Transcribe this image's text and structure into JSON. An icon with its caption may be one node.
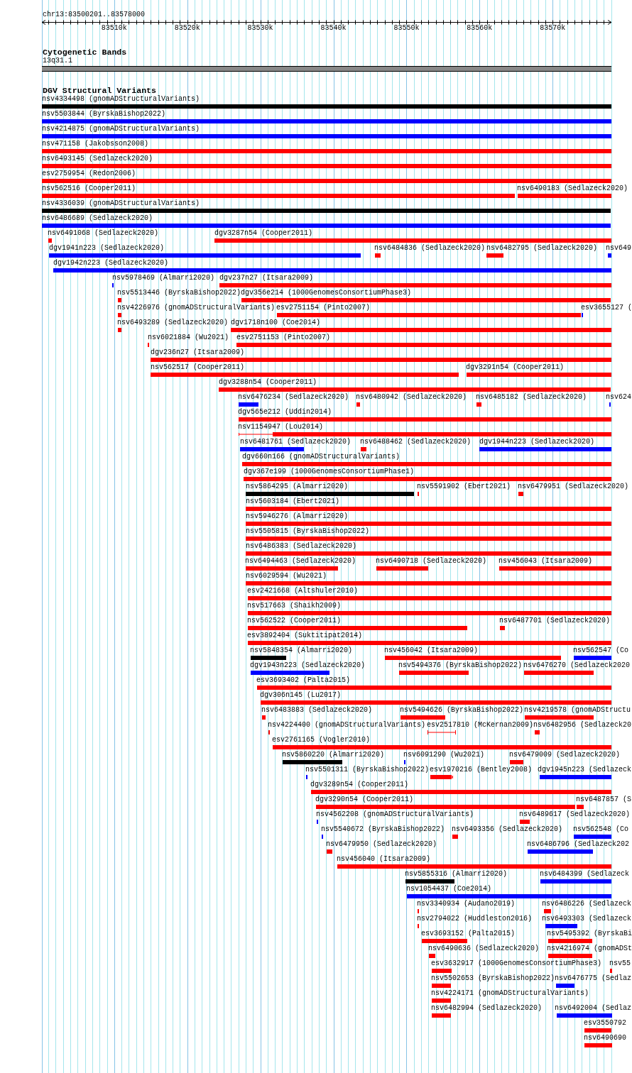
{
  "diagram": {
    "nodes": [
      {
        "text": [
          "13q31.1"
        ]
      },
      {
        "text": [
          "nsv4334498 (gnomADStructuralVariants)"
        ]
      },
      {
        "text": [
          "nsv5503844 (ByrskaBishop2022)"
        ]
      },
      {
        "text": [
          "nsv4214875 (gnomADStructuralVariants)"
        ]
      },
      {
        "text": [
          "nsv471158 (Jakobsson2008)"
        ]
      },
      {
        "text": [
          "nsv6493145 (Sedlazeck2020)"
        ]
      },
      {
        "text": [
          "esv2759954 (Redon2006)"
        ]
      },
      {
        "text": [
          "nsv562516 (Cooper2011)"
        ]
      },
      {
        "text": [
          "nsv6490183 (Sedlazeck2020)"
        ]
      },
      {
        "text": [
          "nsv4336039 (gnomADStructuralVariants)"
        ]
      },
      {
        "text": [
          "nsv6486689 (Sedlazeck2020)"
        ]
      },
      {
        "text": [
          "nsv6491068 (Sedlazeck2020)"
        ]
      },
      {
        "text": [
          "dgv3287n54 (Cooper2011)"
        ]
      },
      {
        "text": [
          "dgv1941n223 (Sedlazeck2020)"
        ]
      },
      {
        "text": [
          "nsv6484836 (Sedlazeck2020)"
        ]
      },
      {
        "text": [
          "nsv6482795 (Sedlazeck2020)"
        ]
      },
      {
        "text": [
          "nsv649"
        ]
      },
      {
        "text": [
          "dgv1942n223 (Sedlazeck2020)"
        ]
      },
      {
        "text": [
          "nsv5978469 (Almarri2020)"
        ]
      },
      {
        "text": [
          "dgv237n27 (Itsara2009)"
        ]
      },
      {
        "text": [
          "nsv5513446 (ByrskaBishop2022)"
        ]
      },
      {
        "text": [
          "dgv356e214 (1000GenomesConsortiumPhase3)"
        ]
      },
      {
        "text": [
          "nsv4226976 (gnomADStructuralVariants)"
        ]
      },
      {
        "text": [
          "esv2751154 (Pinto2007)"
        ]
      },
      {
        "text": [
          "esv3655127 ("
        ]
      },
      {
        "text": [
          "nsv6493289 (Sedlazeck2020)"
        ]
      },
      {
        "text": [
          "dgv1718n100 (Coe2014)"
        ]
      },
      {
        "text": [
          "nsv6021884 (Wu2021)"
        ]
      },
      {
        "text": [
          "esv2751153 (Pinto2007)"
        ]
      },
      {
        "text": [
          "dgv236n27 (Itsara2009)"
        ]
      },
      {
        "text": [
          "nsv562517 (Cooper2011)"
        ]
      },
      {
        "text": [
          "dgv3291n54 (Cooper2011)"
        ]
      },
      {
        "text": [
          "dgv3288n54 (Cooper2011)"
        ]
      },
      {
        "text": [
          "nsv6476234 (Sedlazeck2020)"
        ]
      },
      {
        "text": [
          "nsv6480942 (Sedlazeck2020)"
        ]
      },
      {
        "text": [
          "nsv6485182 (Sedlazeck2020)"
        ]
      },
      {
        "text": [
          "nsv624"
        ]
      },
      {
        "text": [
          "dgv565e212 (Uddin2014)"
        ]
      },
      {
        "text": [
          "nsv1154947 (Lou2014)"
        ]
      },
      {
        "text": [
          "nsv6481761 (Sedlazeck2020)"
        ]
      },
      {
        "text": [
          "nsv6488462 (Sedlazeck2020)"
        ]
      },
      {
        "text": [
          "dgv1944n223 (Sedlazeck2020)"
        ]
      },
      {
        "text": [
          "dgv660n166 (gnomADStructuralVariants)"
        ]
      },
      {
        "text": [
          "dgv367e199 (1000GenomesConsortiumPhase1)"
        ]
      },
      {
        "text": [
          "nsv5864295 (Almarri2020)"
        ]
      },
      {
        "text": [
          "nsv5591902 (Ebert2021)"
        ]
      },
      {
        "text": [
          "nsv6479951 (Sedlazeck2020)"
        ]
      },
      {
        "text": [
          "nsv5603184 (Ebert2021)"
        ]
      },
      {
        "text": [
          "nsv5946276 (Almarri2020)"
        ]
      },
      {
        "text": [
          "nsv5505815 (ByrskaBishop2022)"
        ]
      },
      {
        "text": [
          "nsv6486383 (Sedlazeck2020)"
        ]
      },
      {
        "text": [
          "nsv6494463 (Sedlazeck2020)"
        ]
      },
      {
        "text": [
          "nsv6490718 (Sedlazeck2020)"
        ]
      },
      {
        "text": [
          "nsv456043 (Itsara2009)"
        ]
      },
      {
        "text": [
          "nsv6029594 (Wu2021)"
        ]
      },
      {
        "text": [
          "esv2421668 (Altshuler2010)"
        ]
      },
      {
        "text": [
          "nsv517663 (Shaikh2009)"
        ]
      },
      {
        "text": [
          "nsv562522 (Cooper2011)"
        ]
      },
      {
        "text": [
          "nsv6487701 (Sedlazeck2020)"
        ]
      },
      {
        "text": [
          "esv3892404 (Suktitipat2014)"
        ]
      },
      {
        "text": [
          "nsv5848354 (Almarri2020)"
        ]
      },
      {
        "text": [
          "nsv456042 (Itsara2009)"
        ]
      },
      {
        "text": [
          "nsv562547 (Co"
        ]
      },
      {
        "text": [
          "dgv1943n223 (Sedlazeck2020)"
        ]
      },
      {
        "text": [
          "nsv5494376 (ByrskaBishop2022)"
        ]
      },
      {
        "text": [
          "nsv6476270 (Sedlazeck2020"
        ]
      },
      {
        "text": [
          "esv3693402 (Palta2015)"
        ]
      },
      {
        "text": [
          "dgv306n145 (Lu2017)"
        ]
      },
      {
        "text": [
          "nsv6483883 (Sedlazeck2020)"
        ]
      },
      {
        "text": [
          "nsv5494626 (ByrskaBishop2022)"
        ]
      },
      {
        "text": [
          "nsv4219578 (gnomADStructu"
        ]
      },
      {
        "text": [
          "nsv4224400 (gnomADStructuralVariants)"
        ]
      },
      {
        "text": [
          "esv2517810 (McKernan2009)"
        ]
      },
      {
        "text": [
          "nsv6482956 (Sedlazeck20"
        ]
      },
      {
        "text": [
          "esv2761165 (Vogler2010)"
        ]
      },
      {
        "text": [
          "nsv5860220 (Almarri2020)"
        ]
      },
      {
        "text": [
          "nsv6091290 (Wu2021)"
        ]
      },
      {
        "text": [
          "nsv6479009 (Sedlazeck2020)"
        ]
      },
      {
        "text": [
          "nsv5501311 (ByrskaBishop2022)"
        ]
      },
      {
        "text": [
          "esv1970216 (Bentley2008)"
        ]
      },
      {
        "text": [
          "dgv1945n223 (Sedlazeck"
        ]
      },
      {
        "text": [
          "dgv3289n54 (Cooper2011)"
        ]
      },
      {
        "text": [
          "dgv3290n54 (Cooper2011)"
        ]
      },
      {
        "text": [
          "nsv6487857 (S"
        ]
      },
      {
        "text": [
          "nsv4562208 (gnomADStructuralVariants)"
        ]
      },
      {
        "text": [
          "nsv6489617 (Sedlazeck2020)"
        ]
      },
      {
        "text": [
          "nsv5540672 (ByrskaBishop2022)"
        ]
      },
      {
        "text": [
          "nsv6493356 (Sedlazeck2020)"
        ]
      },
      {
        "text": [
          "nsv562548 (Co"
        ]
      },
      {
        "text": [
          "nsv6479950 (Sedlazeck2020)"
        ]
      },
      {
        "text": [
          "nsv6486796 (Sedlazeck202"
        ]
      },
      {
        "text": [
          "nsv456040 (Itsara2009)"
        ]
      },
      {
        "text": [
          "nsv5855316 (Almarri2020)"
        ]
      },
      {
        "text": [
          "nsv6484399 (Sedlazeck"
        ]
      },
      {
        "text": [
          "nsv1054437 (Coe2014)"
        ]
      },
      {
        "text": [
          "nsv3340934 (Audano2019)"
        ]
      },
      {
        "text": [
          "nsv6486226 (Sedlazeck"
        ]
      },
      {
        "text": [
          "nsv2794022 (Huddleston2016)"
        ]
      },
      {
        "text": [
          "nsv6493303 (Sedlazeck"
        ]
      },
      {
        "text": [
          "esv3693152 (Palta2015)"
        ]
      },
      {
        "text": [
          "nsv5495392 (ByrskaBi"
        ]
      },
      {
        "text": [
          "nsv6490636 (Sedlazeck2020)"
        ]
      },
      {
        "text": [
          "nsv4216974 (gnomADSt"
        ]
      },
      {
        "text": [
          "esv3632917 (1000GenomesConsortiumPhase3)"
        ]
      },
      {
        "text": [
          "nsv55"
        ]
      },
      {
        "text": [
          "nsv5502653 (ByrskaBishop2022)"
        ]
      },
      {
        "text": [
          "nsv6476775 (Sedlaz"
        ]
      },
      {
        "text": [
          "nsv4224171 (gnomADStructuralVariants)"
        ]
      },
      {
        "text": [
          "nsv6482994 (Sedlazeck2020)"
        ]
      },
      {
        "text": [
          "nsv6492004 (Sedlaz"
        ]
      },
      {
        "text": [
          "esv3550792"
        ]
      },
      {
        "text": [
          "nsv6490690"
        ]
      }
    ],
    "labels": [
      "chr13:83500201..83578000",
      "83510k",
      "83520k",
      "83530k",
      "83540k",
      "83550k",
      "83560k",
      "83570k",
      "Cytogenetic Bands",
      "DGV Structural Variants"
    ]
  }
}
